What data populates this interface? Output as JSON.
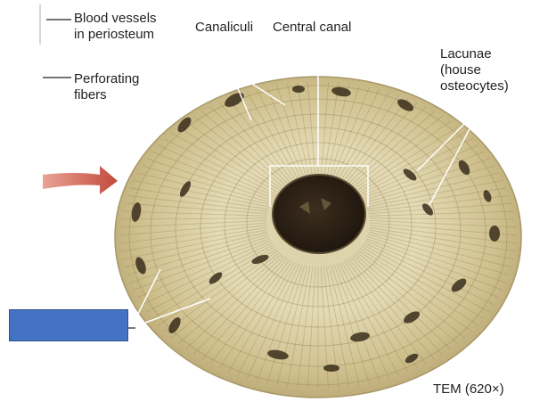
{
  "labels": {
    "blood_vessels": "Blood vessels\nin periosteum",
    "perforating_fibers": "Perforating\nfibers",
    "canaliculi": "Canaliculi",
    "central_canal": "Central canal",
    "lacunae": "Lacunae\n(house\nosteocytes)",
    "magnification": "TEM (620×)"
  },
  "colors": {
    "osteon_tan": "#c9b98a",
    "osteon_light": "#e6dcb8",
    "lamella_line": "#8a7a4e",
    "canal_dark": "#2a1f14",
    "lacuna_dark": "#3a2e1c",
    "arrow_red": "#c9574a",
    "answer_box": "#4472c4",
    "leader_line": "#ffffff"
  },
  "answer_box": {
    "text": ""
  }
}
